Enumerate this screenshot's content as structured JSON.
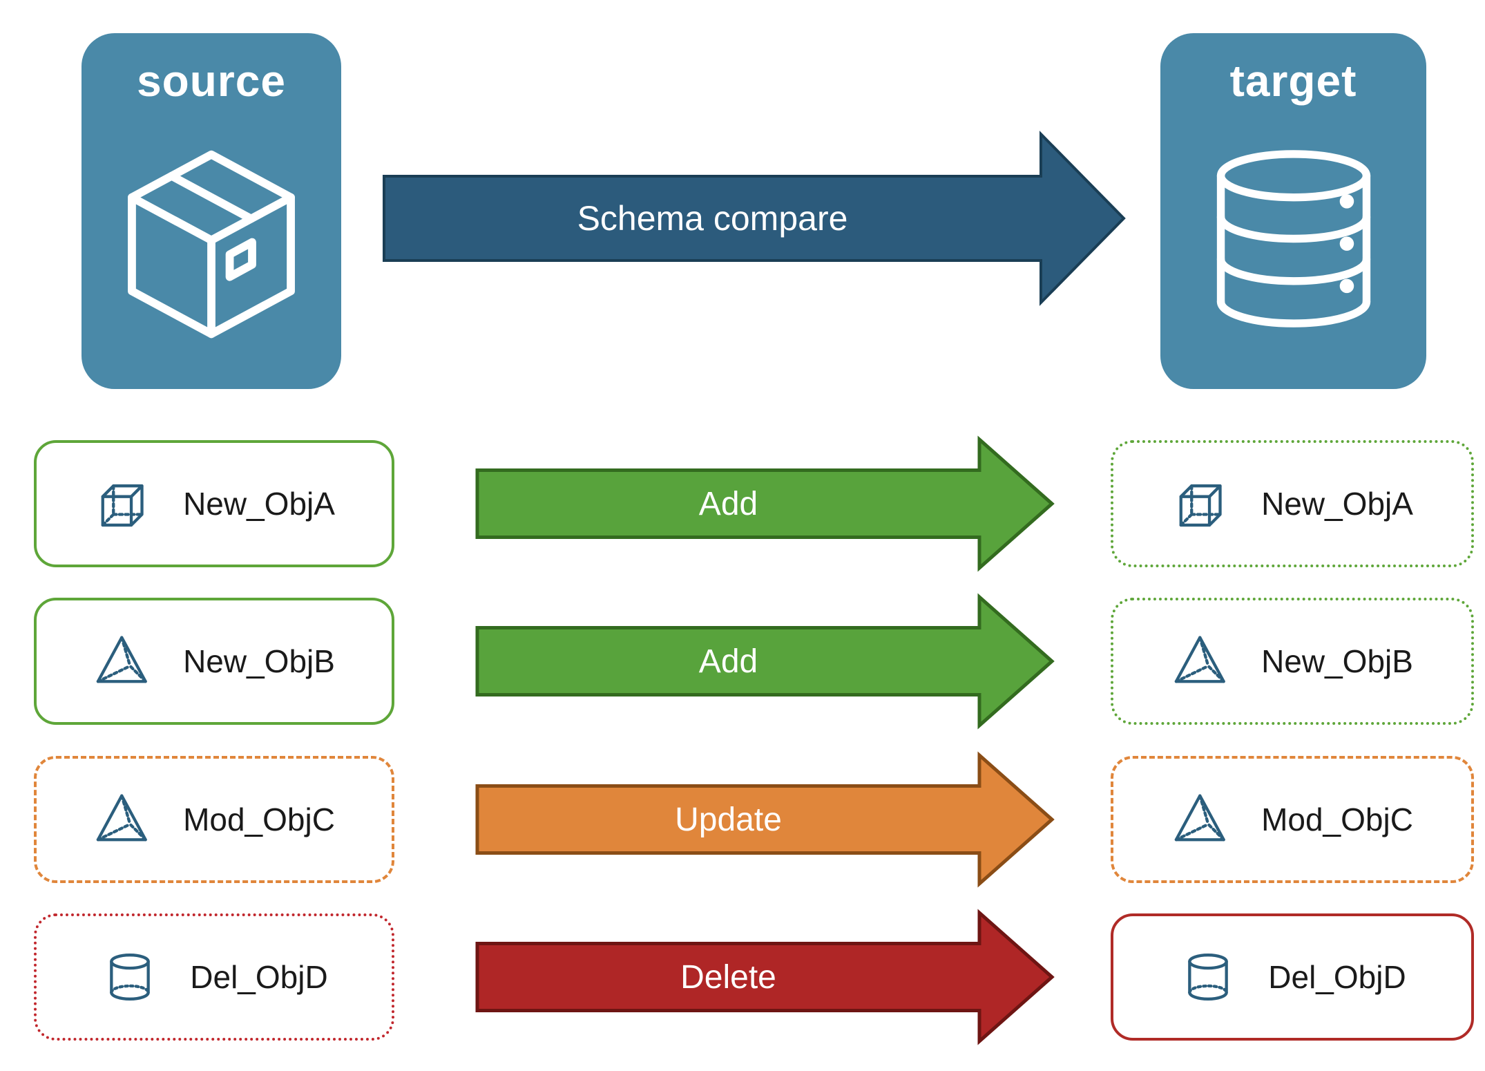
{
  "source_node": {
    "label": "source",
    "icon": "package-icon"
  },
  "target_node": {
    "label": "target",
    "icon": "database-icon"
  },
  "compare": {
    "label": "Schema compare"
  },
  "rows": [
    {
      "icon": "cube-icon",
      "source": {
        "label": "New_ObjA",
        "border": "solid-green"
      },
      "action": {
        "label": "Add",
        "color": "green"
      },
      "target": {
        "label": "New_ObjA",
        "border": "dotted-green"
      }
    },
    {
      "icon": "pyramid-icon",
      "source": {
        "label": "New_ObjB",
        "border": "solid-green"
      },
      "action": {
        "label": "Add",
        "color": "green"
      },
      "target": {
        "label": "New_ObjB",
        "border": "dotted-green"
      }
    },
    {
      "icon": "pyramid-icon",
      "source": {
        "label": "Mod_ObjC",
        "border": "dashed-orange"
      },
      "action": {
        "label": "Update",
        "color": "orange"
      },
      "target": {
        "label": "Mod_ObjC",
        "border": "dashed-orange"
      }
    },
    {
      "icon": "cylinder-icon",
      "source": {
        "label": "Del_ObjD",
        "border": "dotted-red"
      },
      "action": {
        "label": "Delete",
        "color": "red"
      },
      "target": {
        "label": "Del_ObjD",
        "border": "solid-red"
      }
    }
  ],
  "colors": {
    "node_bg": "#4A89A8",
    "compare_arrow_fill": "#2C5B7C",
    "compare_arrow_stroke": "#1A3E55",
    "add_arrow_fill": "#58A33C",
    "add_arrow_stroke": "#336B1F",
    "update_arrow_fill": "#E0863B",
    "update_arrow_stroke": "#8A4D16",
    "delete_arrow_fill": "#AF2626",
    "delete_arrow_stroke": "#6E1513",
    "green_border": "#5EA639",
    "orange_border": "#E0863B",
    "red_dotted_border": "#C1272D",
    "red_solid_border": "#B02B27",
    "icon_color": "#2B5E7D",
    "node_icon_color": "#FFFFFF",
    "item_text_color": "#1A1A1A",
    "arrow_text_color": "#FFFFFF"
  }
}
